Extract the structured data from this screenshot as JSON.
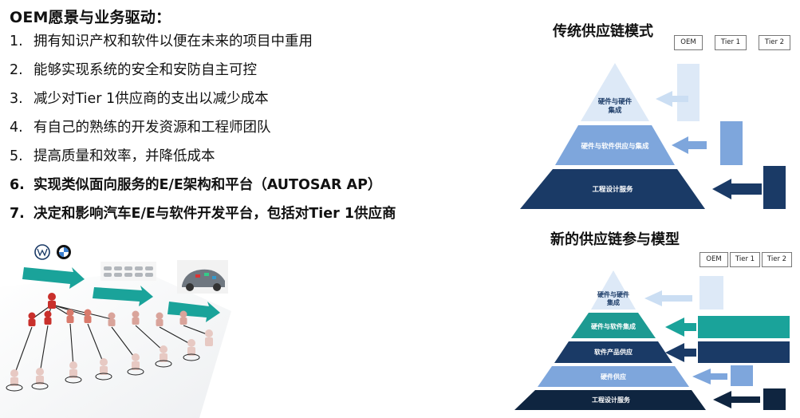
{
  "left": {
    "heading": "OEM愿景与业务驱动：",
    "items": [
      {
        "num": "1.",
        "text": "拥有知识产权和软件以便在未来的项目中重用",
        "bold": false
      },
      {
        "num": "2.",
        "text": "能够实现系统的安全和安防自主可控",
        "bold": false
      },
      {
        "num": "3.",
        "text": "减少对Tier 1供应商的支出以减少成本",
        "bold": false
      },
      {
        "num": "4.",
        "text": "有自己的熟练的开发资源和工程师团队",
        "bold": false
      },
      {
        "num": "5.",
        "text": "提高质量和效率，并降低成本",
        "bold": false
      },
      {
        "num": "6.",
        "text": "实现类似面向服务的E/E架构和平台（AUTOSAR AP）",
        "bold": true
      },
      {
        "num": "7.",
        "text": "决定和影响汽车E/E与软件开发平台，包括对Tier 1供应商",
        "bold": true
      }
    ]
  },
  "traditional": {
    "title": "传统供应链模式",
    "legend": [
      "OEM",
      "Tier 1",
      "Tier 2"
    ],
    "layers": [
      {
        "line1": "硬件与硬件",
        "line2": "集成",
        "color": "#dde9f7"
      },
      {
        "line1": "硬件与软件供应与集成",
        "line2": "",
        "color": "#7ea6dc"
      },
      {
        "line1": "工程设计服务",
        "line2": "",
        "color": "#1a3a66"
      }
    ]
  },
  "new_model": {
    "title": "新的供应链参与模型",
    "legend": [
      "OEM",
      "Tier 1",
      "Tier 2"
    ],
    "layers": [
      {
        "line1": "硬件与硬件",
        "line2": "集成",
        "color": "#dde9f7"
      },
      {
        "line1": "硬件与软件集成",
        "line2": "",
        "color": "#1d9a92"
      },
      {
        "line1": "软件产品供应",
        "line2": "",
        "color": "#1a3a66"
      },
      {
        "line1": "硬件供应",
        "line2": "",
        "color": "#7ea6dc"
      },
      {
        "line1": "工程设计服务",
        "line2": "",
        "color": "#0f2540"
      }
    ]
  },
  "colors": {
    "pale_blue": "#dde9f7",
    "mid_blue": "#7ea6dc",
    "dark_navy": "#1a3a66",
    "teal": "#1d9a92",
    "deep_navy": "#0f2540",
    "arrow_teal": "#1aa39a"
  }
}
